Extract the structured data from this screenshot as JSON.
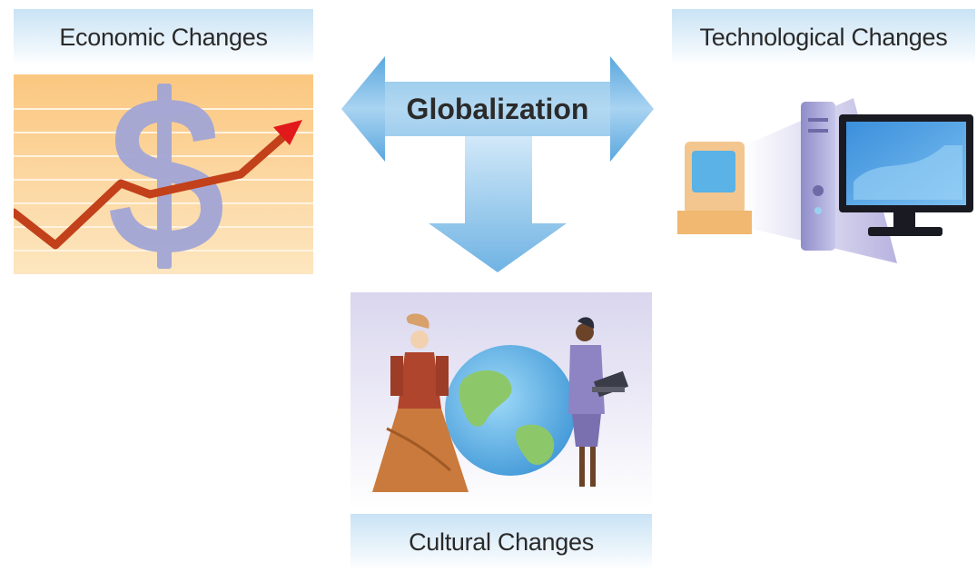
{
  "diagram": {
    "center": {
      "label": "Globalization"
    },
    "economic": {
      "label": "Economic Changes",
      "icon": "rising-chart-dollar-icon"
    },
    "technological": {
      "label": "Technological Changes",
      "icon": "computers-icon"
    },
    "cultural": {
      "label": "Cultural Changes",
      "icon": "globe-people-icon"
    }
  },
  "colors": {
    "arrow_blue": "#6fb3e3",
    "label_band": "#c9e3f5",
    "economic_bg": "#fbd9a0",
    "trend_line": "#c2401a",
    "dollar": "#a6a9d6"
  }
}
